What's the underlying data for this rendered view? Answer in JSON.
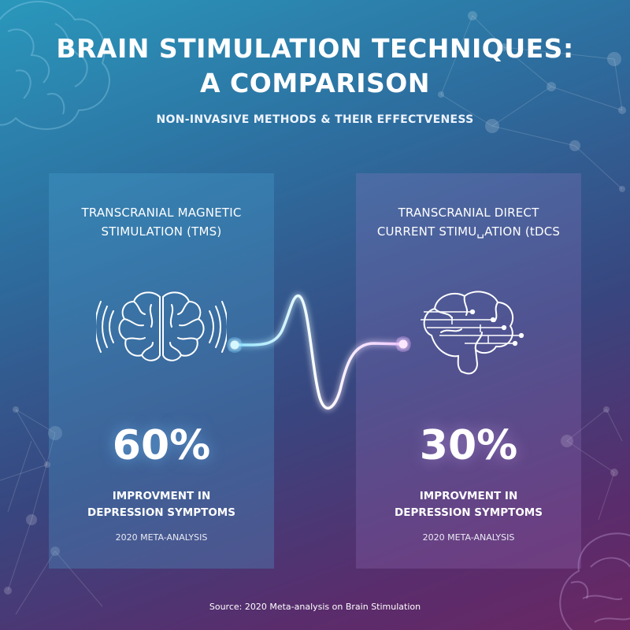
{
  "header": {
    "title_line1": "BRAIN STIMULATION TECHNIQUES:",
    "title_line2": "A COMPARISON",
    "subtitle": "NON-INVASIVE METHODS & THEIR EFFECTVENESS"
  },
  "tms": {
    "heading_line1": "TRANSCRANIAL MAGNETIC",
    "heading_line2": "STIMULATION (TMS)",
    "icon": "brain-with-magnetic-waves-icon",
    "stat": "60%",
    "label_line1": "IMPROVMENT IN",
    "label_line2": "DEPRESSION SYMPTOMS",
    "study": "2020 META-ANALYSIS",
    "accent": "#7fd6ff"
  },
  "tdcs": {
    "heading_line1": "TRANSCRANIAL DIRECT",
    "heading_line2": "CURRENT STIMU␣ATION (tDCS",
    "icon": "brain-with-current-lines-icon",
    "stat": "30%",
    "label_line1": "IMPROVMENT IN",
    "label_line2": "DEPRESSION SYMPTOMS",
    "study": "2020 META-ANALYSIS",
    "accent": "#e7b8ff"
  },
  "footer": {
    "source": "Source: 2020 Meta-analysis on Brain Stimulation"
  },
  "decor": {
    "connector": "pulse-waveform",
    "background": "network-nodes-and-brain-outlines"
  }
}
